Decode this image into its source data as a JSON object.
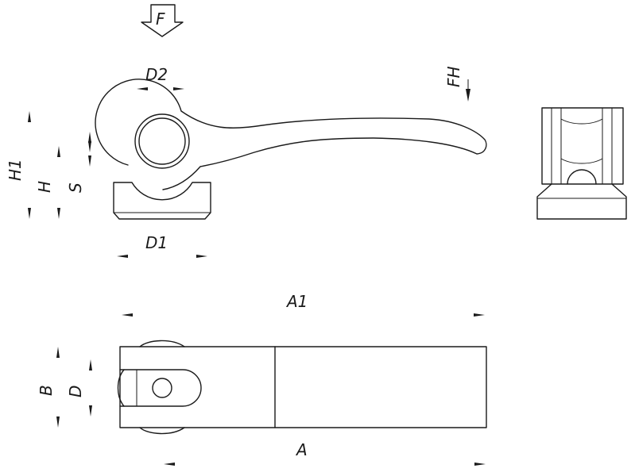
{
  "labels": {
    "force": "F",
    "diameter_d2": "D2",
    "hand_force": "FH",
    "height_h1": "H1",
    "height_h": "H",
    "stroke_s": "S",
    "diameter_d1": "D1",
    "length_a1": "A1",
    "width_b": "B",
    "diameter_d": "D",
    "length_a": "A"
  }
}
